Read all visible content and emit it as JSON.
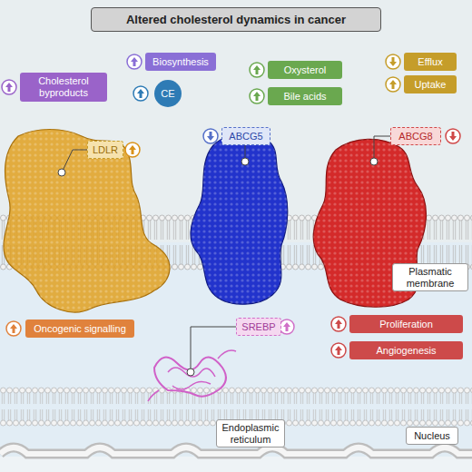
{
  "diagram": {
    "title": "Altered cholesterol dynamics in cancer",
    "nodes": [
      {
        "text": [
          "Cholesterol byproducts"
        ]
      },
      {
        "text": [
          "Biosynthesis"
        ]
      },
      {
        "text": [
          "CE"
        ]
      },
      {
        "text": [
          "Oxysterol"
        ]
      },
      {
        "text": [
          "Bile acids"
        ]
      },
      {
        "text": [
          "Efflux"
        ]
      },
      {
        "text": [
          "Uptake"
        ]
      },
      {
        "text": [
          "LDLR"
        ]
      },
      {
        "text": [
          "ABCG5"
        ]
      },
      {
        "text": [
          "ABCG8"
        ]
      },
      {
        "text": [
          "Plasmatic membrane"
        ]
      },
      {
        "text": [
          "Oncogenic signalling"
        ]
      },
      {
        "text": [
          "Proliferation"
        ]
      },
      {
        "text": [
          "SREBP"
        ]
      },
      {
        "text": [
          "Angiogenesis"
        ]
      },
      {
        "text": [
          "Endoplasmic reticulum"
        ]
      },
      {
        "text": [
          "Nucleus"
        ]
      }
    ]
  }
}
